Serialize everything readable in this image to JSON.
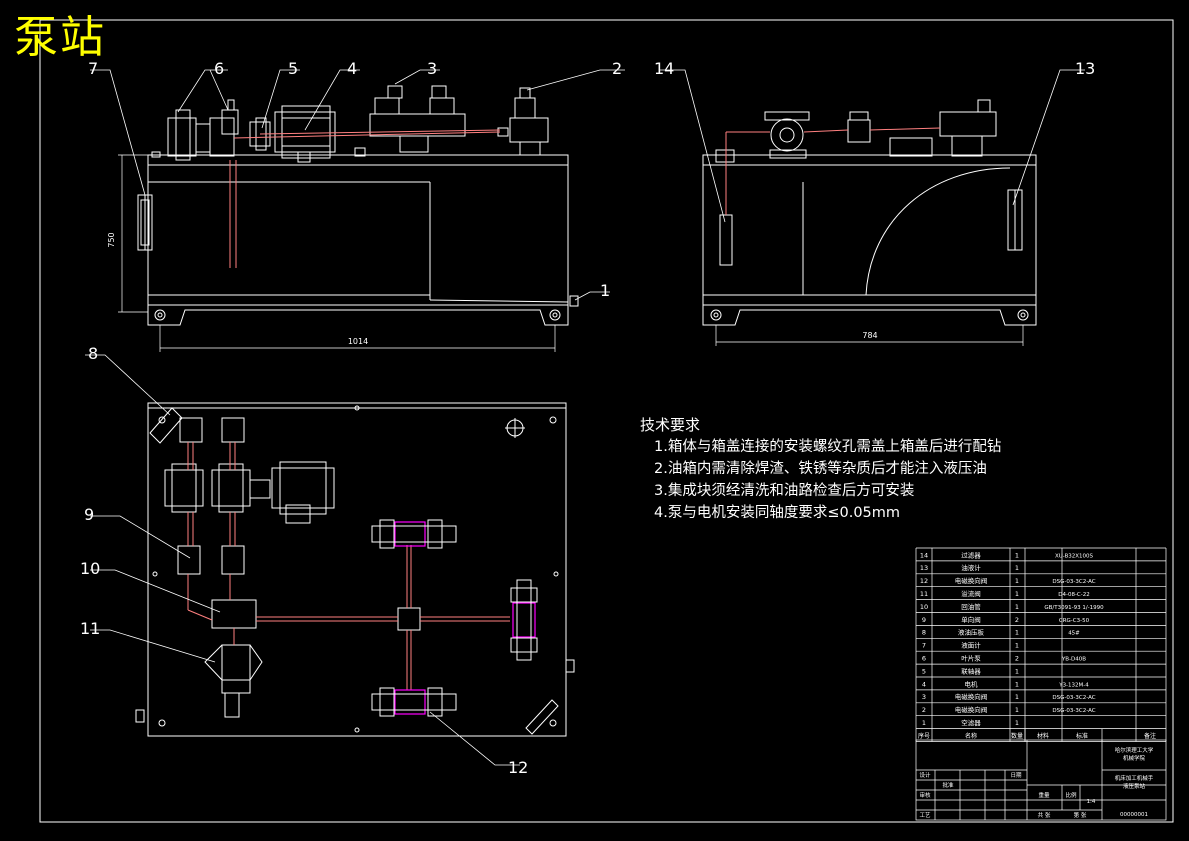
{
  "title": "泵站",
  "callouts": [
    "1",
    "2",
    "3",
    "4",
    "5",
    "6",
    "7",
    "8",
    "9",
    "10",
    "11",
    "12",
    "13",
    "14"
  ],
  "dimensions": {
    "height": "750",
    "front_width": "1014",
    "side_width": "784"
  },
  "tech_requirements": {
    "heading": "技术要求",
    "items": [
      "1.箱体与箱盖连接的安装螺纹孔需盖上箱盖后进行配钻",
      "2.油箱内需清除焊渣、铁锈等杂质后才能注入液压油",
      "3.集成块须经清洗和油路检查后方可安装",
      "4.泵与电机安装同轴度要求≤0.05mm"
    ]
  },
  "bom": {
    "rows": [
      {
        "no": "14",
        "name": "过滤器",
        "qty": "1",
        "spec": "XU-B32X100S"
      },
      {
        "no": "13",
        "name": "油液计",
        "qty": "1",
        "spec": ""
      },
      {
        "no": "12",
        "name": "电磁换向阀",
        "qty": "1",
        "spec": "DSG-03-3C2-AC"
      },
      {
        "no": "11",
        "name": "溢流阀",
        "qty": "1",
        "spec": "D4-08-C-22"
      },
      {
        "no": "10",
        "name": "回油管",
        "qty": "1",
        "spec": "GB/T3091-93 1/-1990"
      },
      {
        "no": "9",
        "name": "单向阀",
        "qty": "2",
        "spec": "CRG-C3-50"
      },
      {
        "no": "8",
        "name": "液油压板",
        "qty": "1",
        "spec": "45#"
      },
      {
        "no": "7",
        "name": "液面计",
        "qty": "1",
        "spec": ""
      },
      {
        "no": "6",
        "name": "叶片泵",
        "qty": "2",
        "spec": "YB-D40B"
      },
      {
        "no": "5",
        "name": "联轴器",
        "qty": "1",
        "spec": ""
      },
      {
        "no": "4",
        "name": "电机",
        "qty": "1",
        "spec": "Y3-132M-4"
      },
      {
        "no": "3",
        "name": "电磁换向阀",
        "qty": "1",
        "spec": "DSG-03-3C2-AC"
      },
      {
        "no": "2",
        "name": "电磁换向阀",
        "qty": "1",
        "spec": "DSG-03-3C2-AC"
      },
      {
        "no": "1",
        "name": "空滤器",
        "qty": "1",
        "spec": ""
      }
    ],
    "header": {
      "no": "序号",
      "name": "名称",
      "qty": "数量",
      "material": "材料",
      "std": "标准",
      "note": "备注"
    }
  },
  "title_block": {
    "school": "哈尔滨理工大学",
    "dept": "机械学院",
    "project": "机床加工机械手",
    "drawing": "液压泵站",
    "scale": "1:4",
    "code": "00000001",
    "labels": [
      "设计",
      "审核",
      "工艺",
      "批准",
      "日期",
      "比例",
      "重量",
      "共 张",
      "第 张"
    ]
  },
  "colors": {
    "line": "#ffffff",
    "pipe": "#ff8080",
    "accent": "#ff00ff",
    "title": "#ffff00",
    "dim": "#ffffff"
  }
}
